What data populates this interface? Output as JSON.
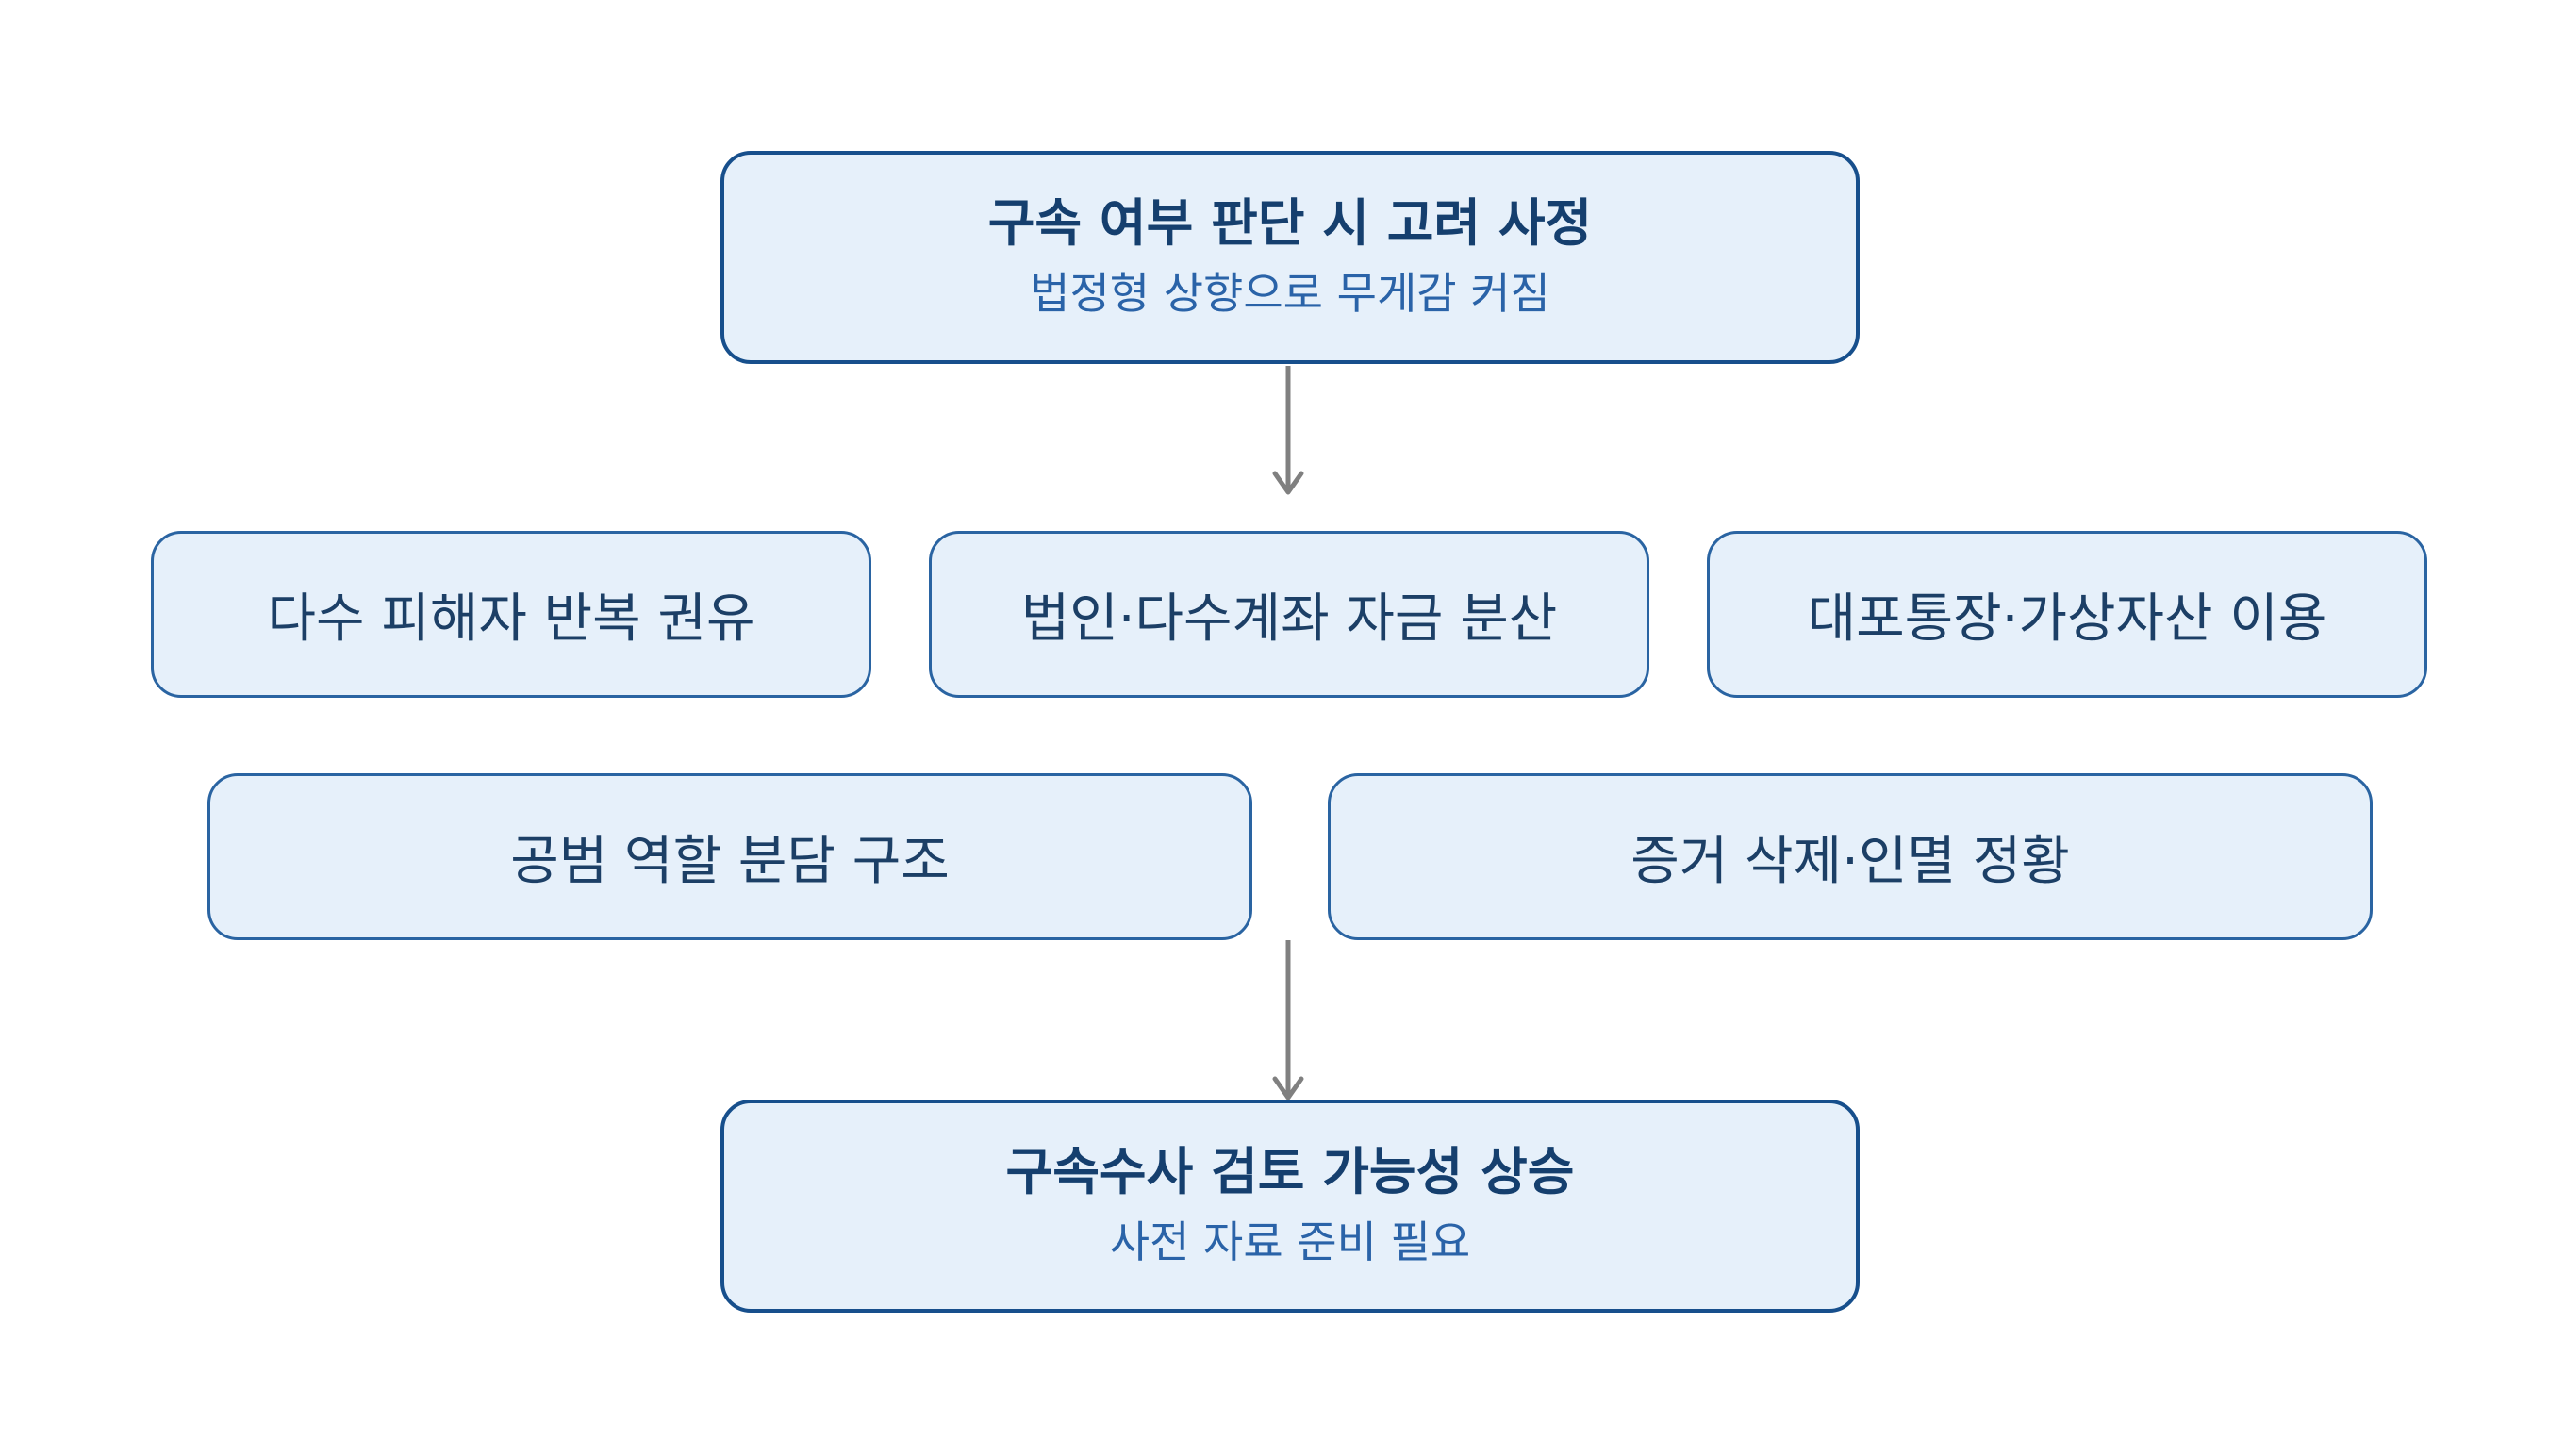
{
  "top": {
    "title": "구속 여부 판단 시 고려 사정",
    "subtitle": "법정형 상향으로 무게감 커짐"
  },
  "factors": [
    {
      "label": "다수 피해자 반복 권유"
    },
    {
      "label": "법인·다수계좌 자금 분산"
    },
    {
      "label": "대포통장·가상자산 이용"
    },
    {
      "label": "공범 역할 분담 구조"
    },
    {
      "label": "증거 삭제·인멸 정황"
    }
  ],
  "bottom": {
    "title": "구속수사 검토 가능성 상승",
    "subtitle": "사전 자료 준비 필요"
  },
  "colors": {
    "box_fill": "#e6f0fa",
    "box_border": "#1f5a94",
    "title_text": "#153f6e",
    "subtitle_text": "#2a63a8",
    "arrow": "#808080"
  }
}
